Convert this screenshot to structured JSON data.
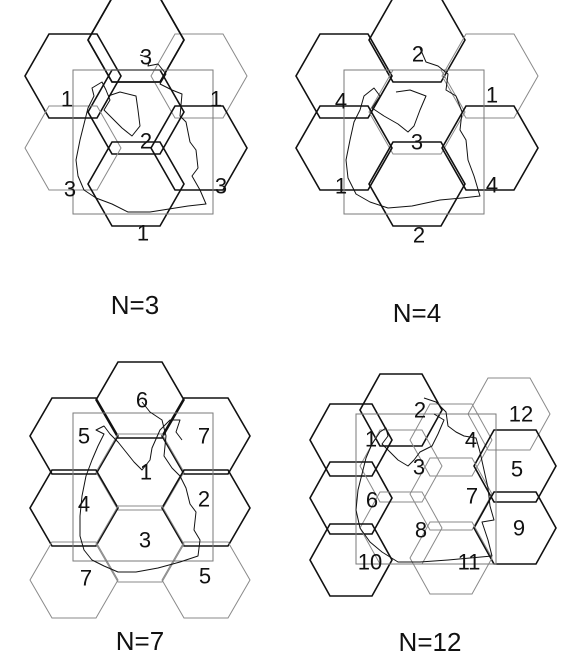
{
  "panels": [
    {
      "id": "n3",
      "title": "N=3",
      "labels": [
        "3",
        "1",
        "1",
        "2",
        "3",
        "3",
        "1"
      ]
    },
    {
      "id": "n4",
      "title": "N=4",
      "labels": [
        "2",
        "4",
        "1",
        "3",
        "1",
        "4",
        "2"
      ]
    },
    {
      "id": "n7",
      "title": "N=7",
      "labels": [
        "6",
        "5",
        "7",
        "1",
        "4",
        "2",
        "3",
        "7",
        "5"
      ]
    },
    {
      "id": "n12",
      "title": "N=12",
      "labels": [
        "2",
        "12",
        "1",
        "4",
        "3",
        "5",
        "6",
        "7",
        "8",
        "9",
        "10",
        "11"
      ]
    }
  ]
}
